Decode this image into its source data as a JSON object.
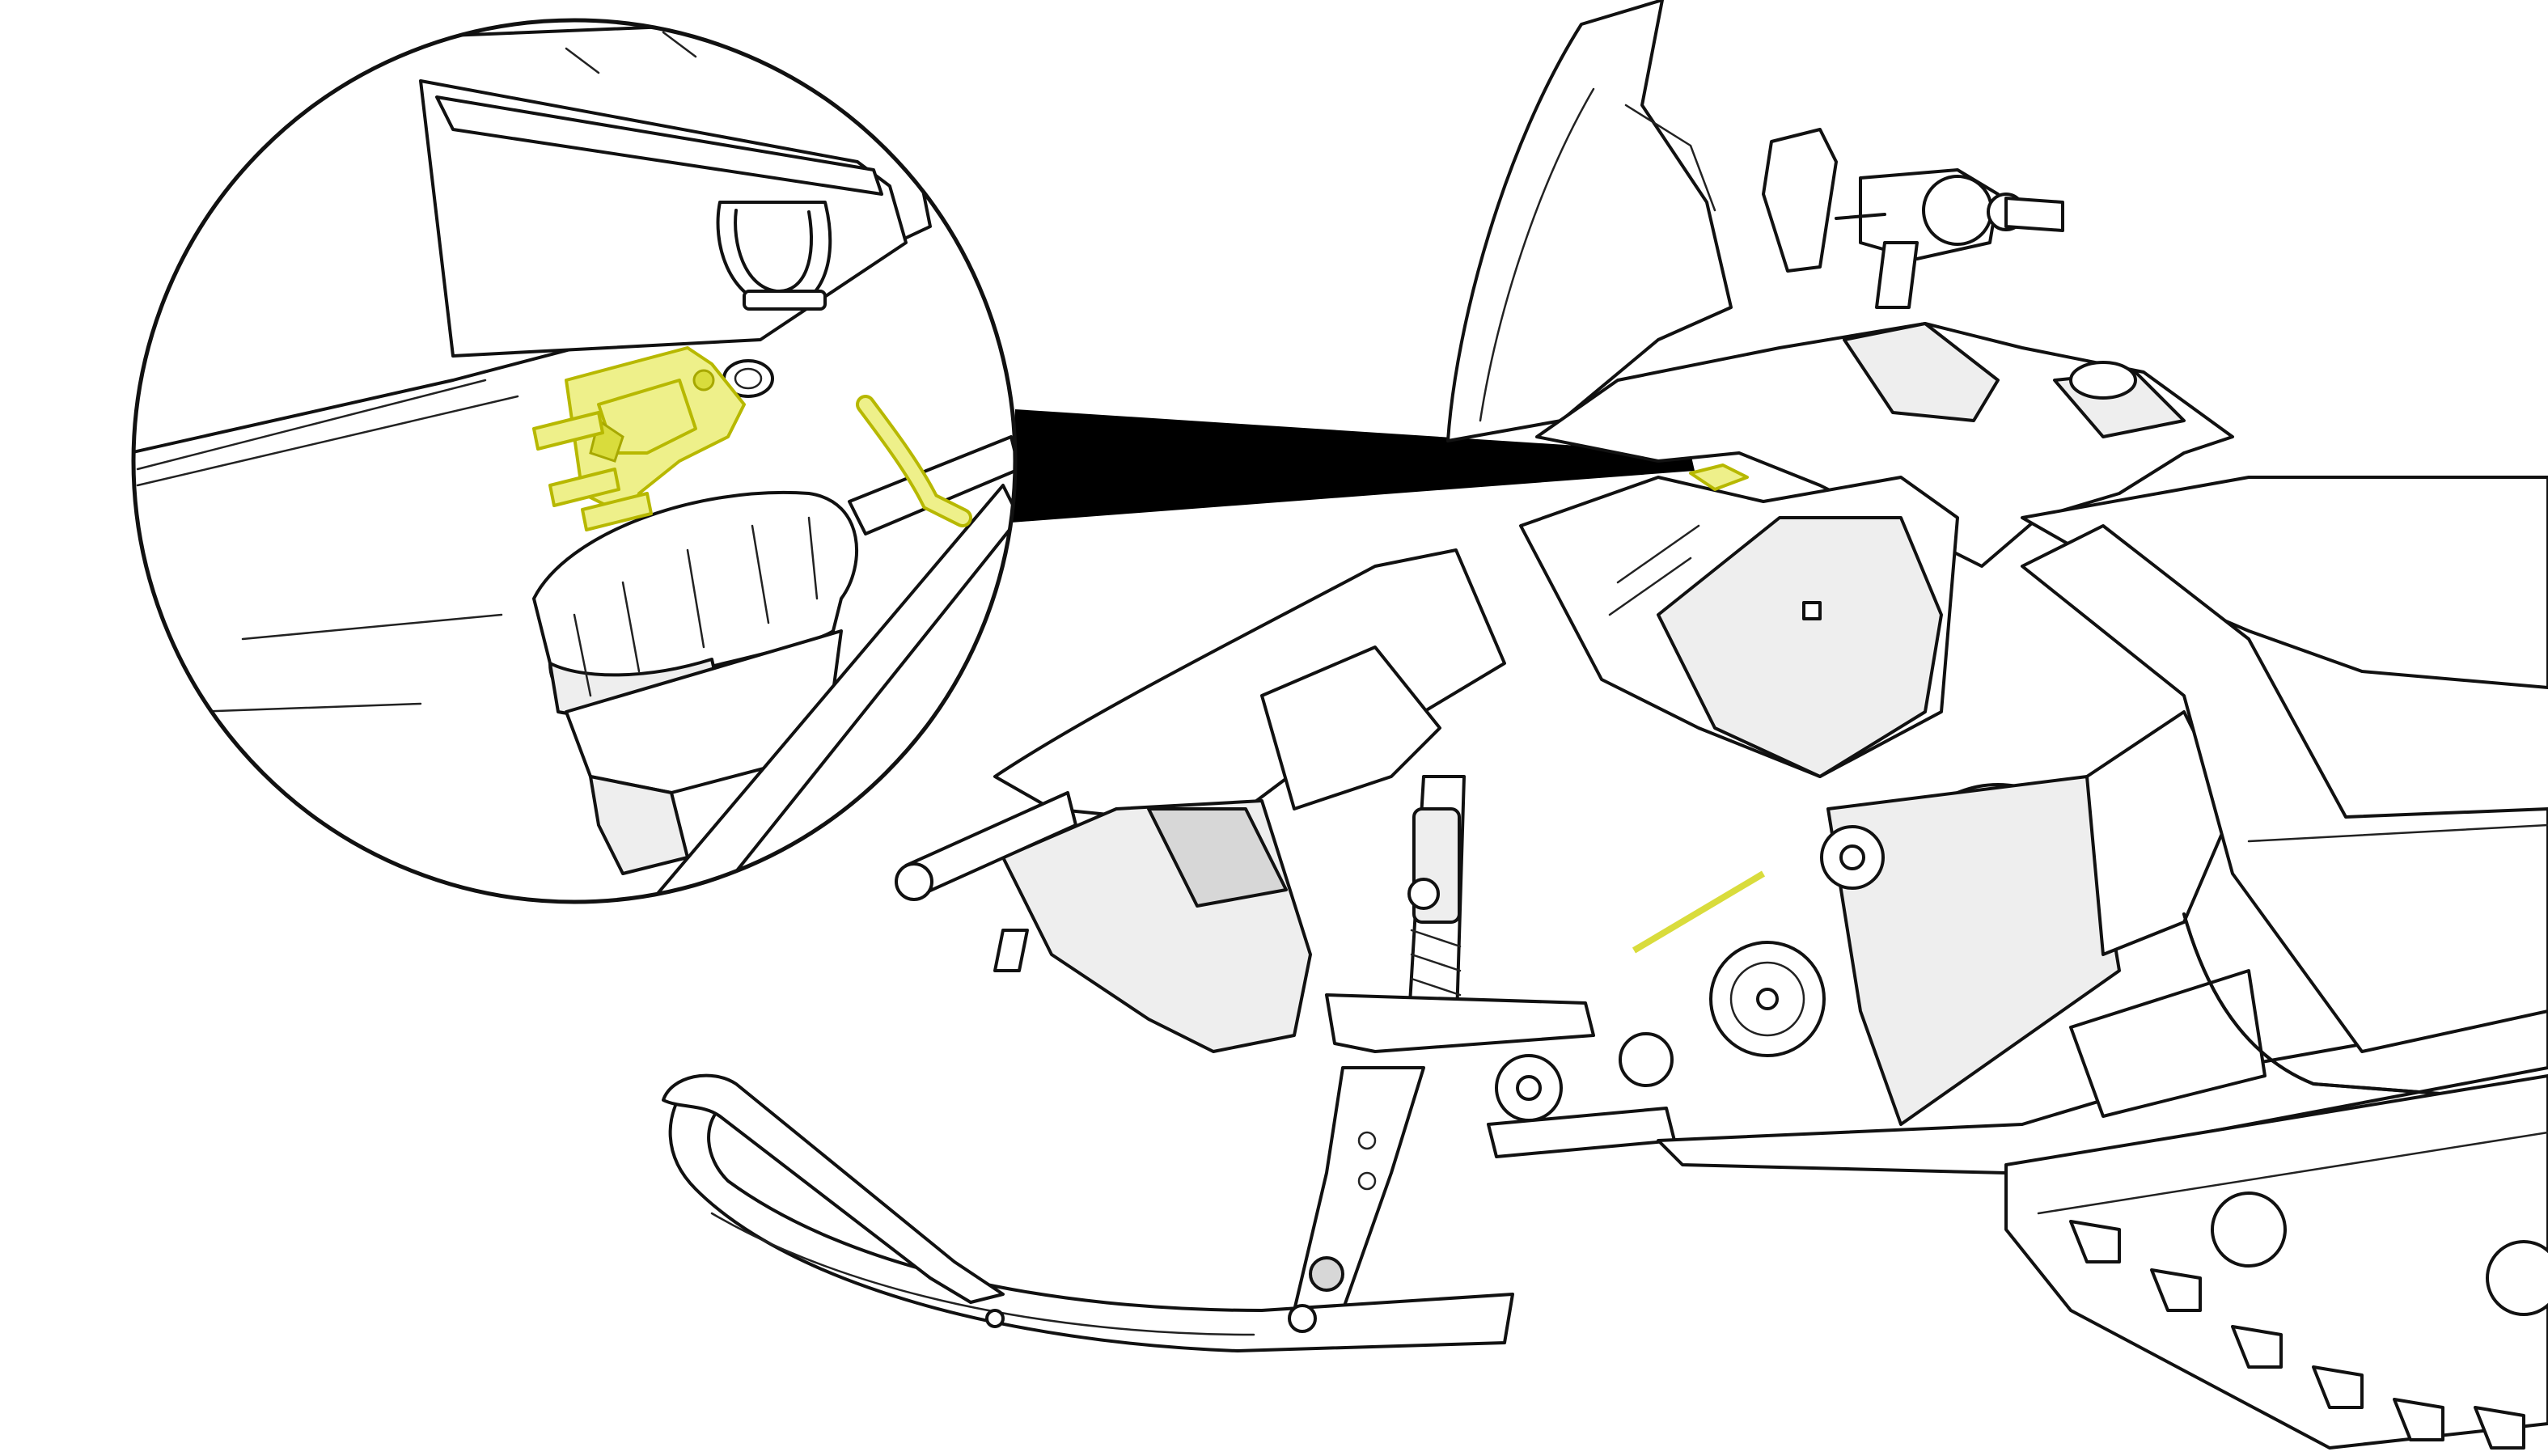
{
  "figure": {
    "kind": "technical-illustration",
    "subject": "snowmobile-front-left-view",
    "highlight_color": "#eef08a",
    "highlight_stroke": "#b7b800",
    "line_color": "#111111",
    "callout_color": "#000000",
    "background": "#ffffff"
  },
  "callout": {
    "zoom_detail": "highlighted-electrical-plug-under-hood"
  }
}
